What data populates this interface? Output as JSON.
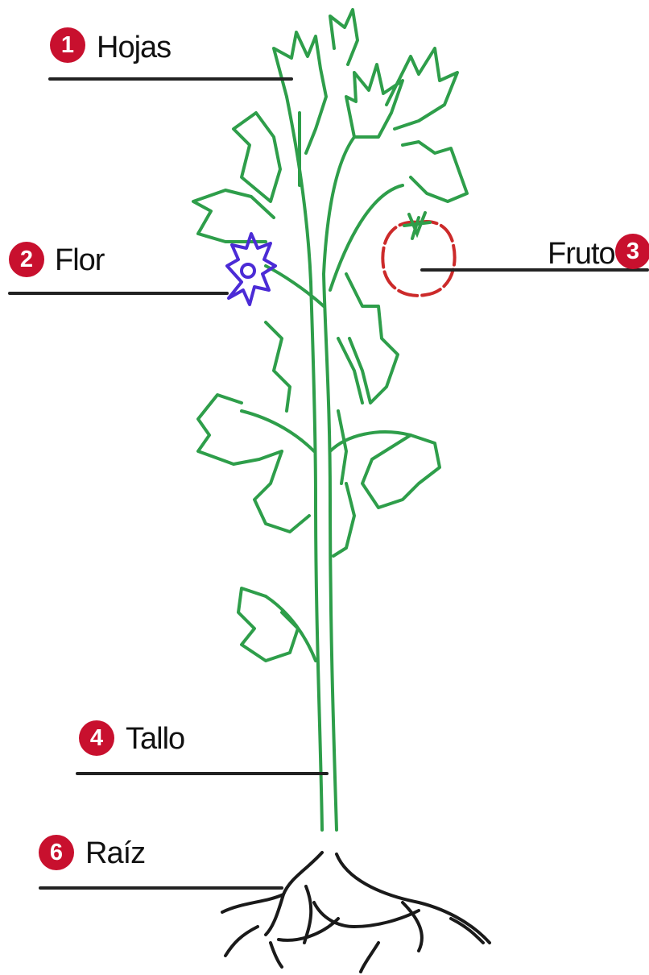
{
  "diagram": {
    "labels": [
      {
        "key": "hojas",
        "number": "1",
        "text": "Hojas"
      },
      {
        "key": "flor",
        "number": "2",
        "text": "Flor"
      },
      {
        "key": "fruto",
        "number": "3",
        "text": "Fruto"
      },
      {
        "key": "tallo",
        "number": "4",
        "text": "Tallo"
      },
      {
        "key": "raiz",
        "number": "6",
        "text": "Raíz"
      }
    ]
  },
  "colors": {
    "badge": "#c8102e",
    "leaf": "#2e9e4a",
    "flower": "#4b2bd6",
    "fruit": "#cc2a2a",
    "root": "#1a1a1a",
    "leader_line": "#222222"
  }
}
